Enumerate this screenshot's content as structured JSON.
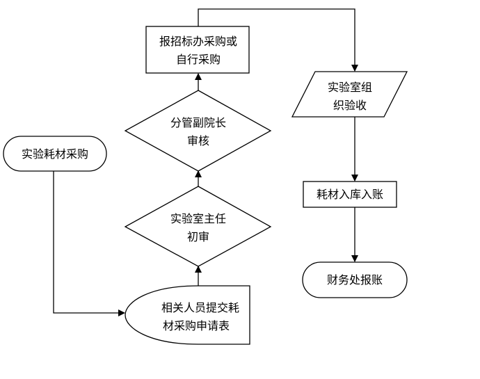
{
  "nodes": {
    "start": {
      "label": "实验耗材采购"
    },
    "apply": {
      "line1": "相关人员提交耗",
      "line2": "材采购申请表"
    },
    "review1": {
      "line1": "实验室主任",
      "line2": "初审"
    },
    "review2": {
      "line1": "分管副院长",
      "line2": "审核"
    },
    "purchase": {
      "line1": "报招标办采购或",
      "line2": "自行采购"
    },
    "accept": {
      "line1": "实验室组",
      "line2": "织验收"
    },
    "stock": {
      "label": "耗材入库入账"
    },
    "finance": {
      "label": "财务处报账"
    }
  },
  "colors": {
    "stroke": "#000000",
    "background": "#ffffff"
  }
}
